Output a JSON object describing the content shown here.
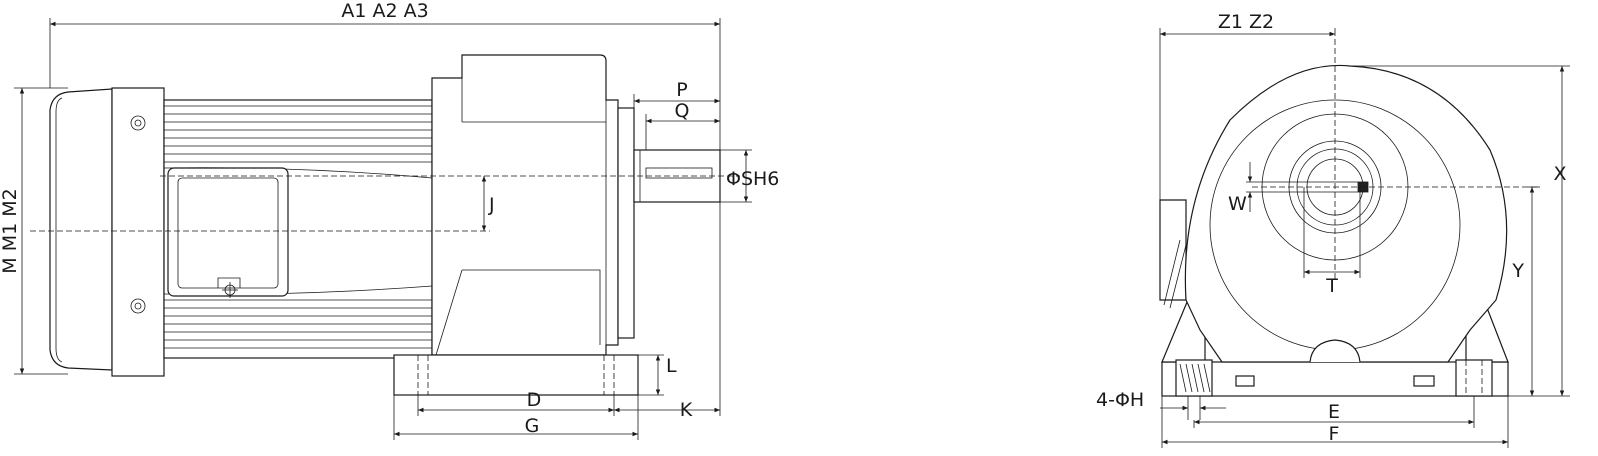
{
  "side_view": {
    "overall_length_label": "A1 A2 A3",
    "height_label": "M M1 M2",
    "shaft_extension_label": "P",
    "key_length_label": "Q",
    "shaft_diameter_label": "ΦSH6",
    "center_offset_label": "J",
    "foot_height_label": "L",
    "foot_hole_spacing_label": "D",
    "end_offset_label": "K",
    "foot_length_label": "G"
  },
  "front_view": {
    "width_label": "Z1 Z2",
    "overall_height_label": "X",
    "shaft_height_label": "Y",
    "key_width_label": "W",
    "key_height_label": "T",
    "mounting_holes_label": "4-ΦH",
    "hole_spacing_label": "E",
    "base_width_label": "F"
  }
}
